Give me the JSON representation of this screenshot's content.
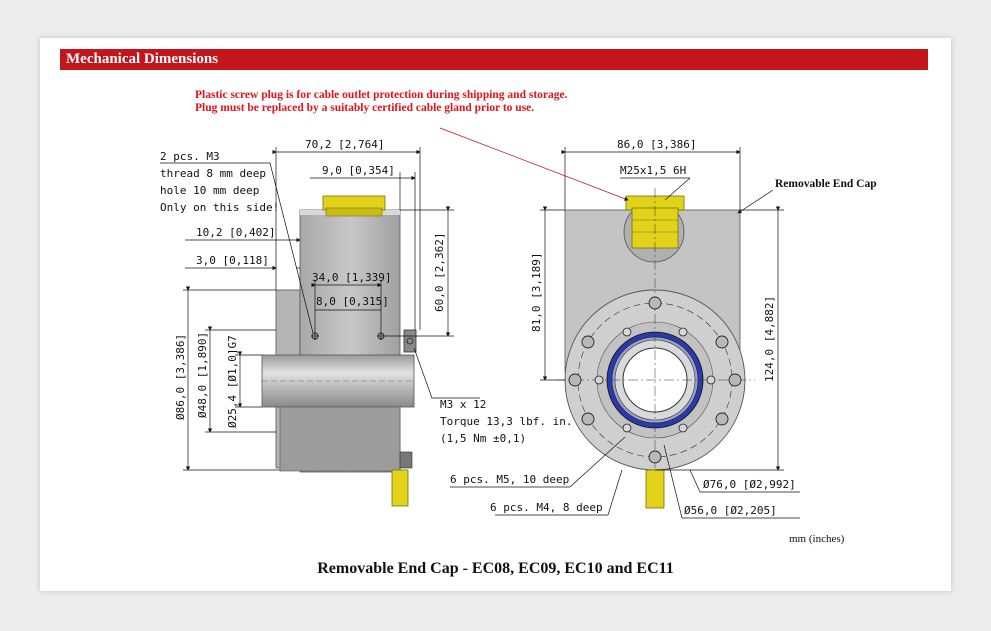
{
  "header": {
    "title": "Mechanical Dimensions"
  },
  "note": {
    "line1": "Plastic screw plug is for cable outlet protection during shipping and storage.",
    "line2": "Plug must be replaced by a suitably certified cable gland prior to use."
  },
  "callouts": {
    "removable_end_cap": "Removable End Cap",
    "m3_line1": "2 pcs. M3",
    "m3_line2": "thread 8 mm deep",
    "m3_line3": "hole 10 mm deep",
    "m3_line4": "Only on this side!",
    "screw_line1": "M3 x 12",
    "screw_line2": "Torque 13,3 lbf. in.",
    "screw_line3": "(1,5 Nm ±0,1)",
    "m5_holes": "6 pcs. M5, 10 deep",
    "m4_holes": "6 pcs. M4, 8 deep"
  },
  "dimensions": {
    "d70": "70,2 [2,764]",
    "d9": "9,0 [0,354]",
    "d10": "10,2 [0,402]",
    "d3": "3,0 [0,118]",
    "d34": "34,0 [1,339]",
    "d8": "8,0 [0,315]",
    "d60": "60,0 [2,362]",
    "dia86": "Ø86,0 [3,386]",
    "dia48": "Ø48,0 [1,890]",
    "dia25": "Ø25,4 [Ø1,0]G7",
    "d86w": "86,0 [3,386]",
    "m25": "M25x1,5 6H",
    "d81": "81,0 [3,189]",
    "d124": "124,0 [4,882]",
    "dia76": "Ø76,0 [Ø2,992]",
    "dia56": "Ø56,0 [Ø2,205]"
  },
  "units": "mm (inches)",
  "caption": "Removable End Cap -  EC08, EC09, EC10 and EC11",
  "colors": {
    "banner": "#c4141c",
    "note": "#e3131b",
    "plug": "#e2d21a",
    "bearing": "#2a3aa8"
  }
}
